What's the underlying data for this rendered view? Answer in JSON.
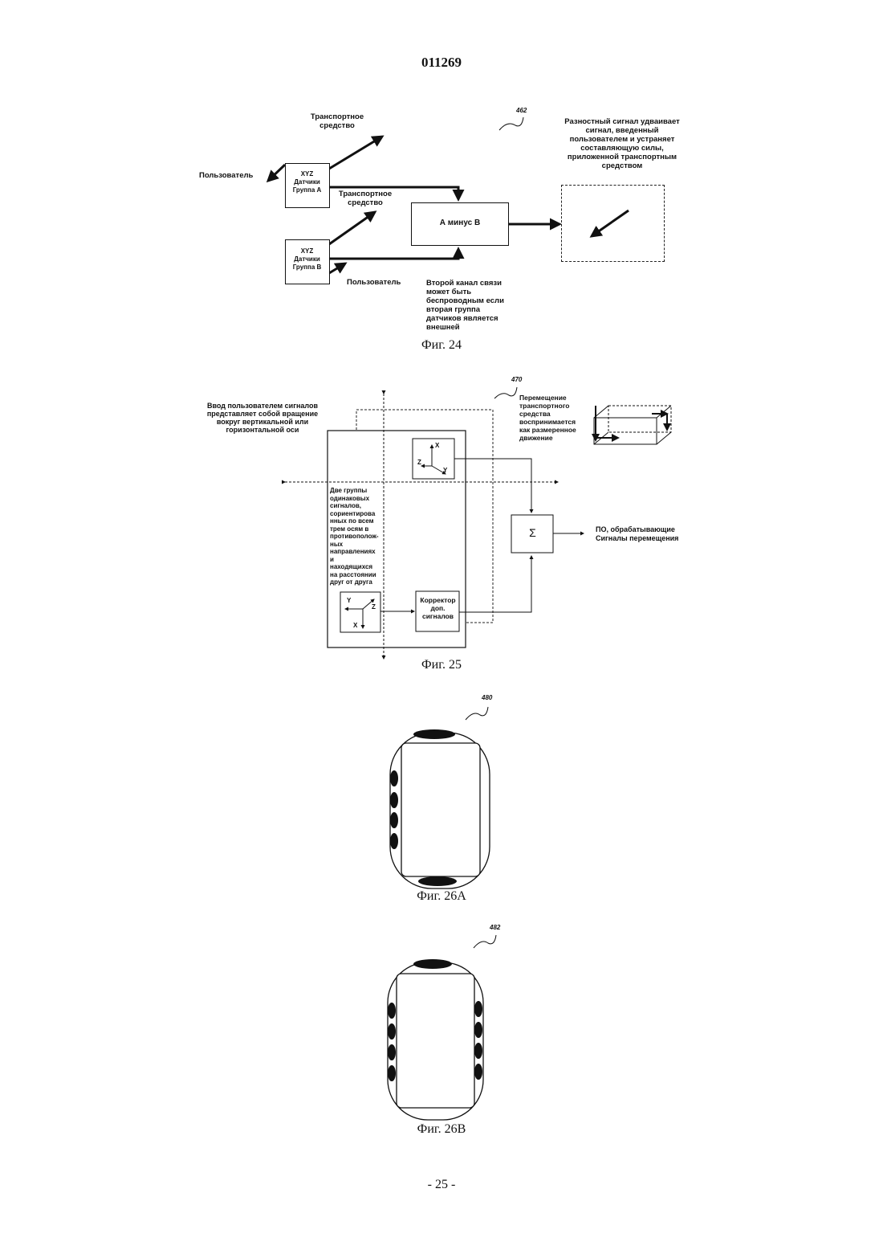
{
  "header": {
    "doc_number": "011269"
  },
  "fig24": {
    "ref": "462",
    "vehicle_top": "Транспортное\nсредство",
    "user_left": "Пользователь",
    "sensor_a": "XYZ\nДатчики\nГруппа А",
    "vehicle_mid": "Транспортное\nсредство",
    "sensor_b": "XYZ\nДатчики\nГруппа В",
    "user_bottom": "Пользователь",
    "a_minus_b": "А минус В",
    "diff_note": "Разностный сигнал удваивает\nсигнал, введенный\nпользователем и устраняет\nсоставляющую силы,\nприложенной транспортным\nсредством",
    "channel_note": "Второй канал связи\nможет быть\nбеспроводным если\nвторая группа\nдатчиков является\nвнешней",
    "caption": "Фиг. 24"
  },
  "fig25": {
    "ref": "470",
    "rotation_note": "Ввод пользователем сигналов\nпредставляет собой вращение\nвокруг вертикальной или\nгоризонтальной оси",
    "motion_note": "Перемещение\nтранспортного\nсредства\nвоспринимается\nкак размеренное\nдвижение",
    "two_groups": "Две группы\nодинаковых\nсигналов,\nсориентирова\nнных по всем\nтрем осям в\nпротивополож-\nных\nнаправлениях\nи\nнаходящихся\nна расстоянии\nдруг от друга",
    "axis_x": "X",
    "axis_y": "Y",
    "axis_z": "Z",
    "corrector": "Корректор\nдоп.\nсигналов",
    "sigma": "Σ",
    "output": "ПО, обрабатывающие\nСигналы перемещения",
    "caption": "Фиг. 25"
  },
  "fig26a": {
    "ref": "480",
    "caption": "Фиг. 26А"
  },
  "fig26b": {
    "ref": "482",
    "caption": "Фиг. 26В"
  },
  "footer": {
    "page": "- 25 -"
  }
}
